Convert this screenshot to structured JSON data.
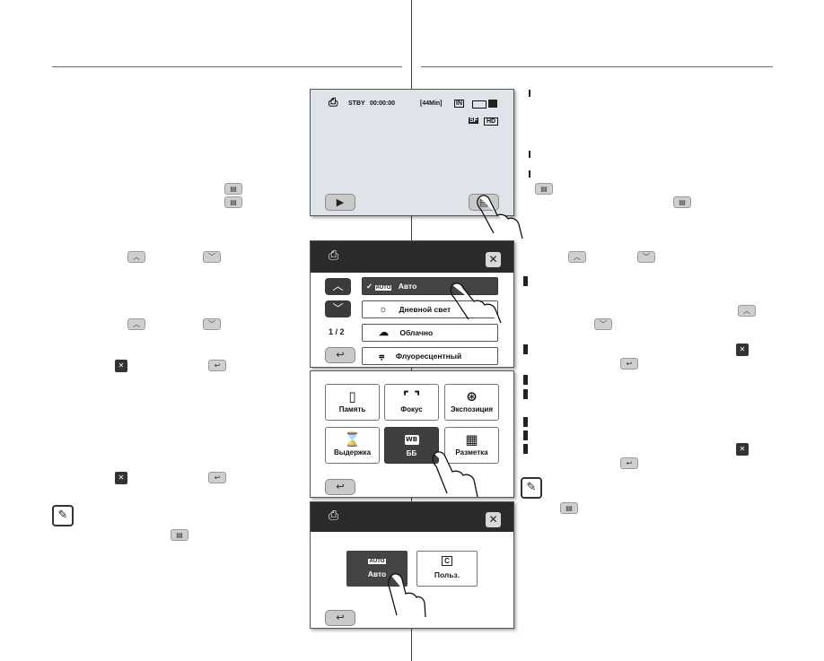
{
  "screen1": {
    "status_mode": "STBY",
    "status_time": "00:00:00",
    "status_remaining": "[44Min]",
    "status_in": "IN",
    "status_quality": "SF",
    "status_res": "HD"
  },
  "menu_screen": {
    "items": [
      {
        "icon": "AUTO",
        "label": "Авто"
      },
      {
        "icon": "☼",
        "label": "Дневной свет"
      },
      {
        "icon": "☁",
        "label": "Облачно"
      },
      {
        "icon": "⩦",
        "label": "Флуоресцентный"
      }
    ],
    "page_indicator": "1 / 2"
  },
  "tiles_screen": {
    "tiles": [
      {
        "icon": "▯",
        "label": "Память"
      },
      {
        "icon": "⌜ ⌝",
        "label": "Фокус"
      },
      {
        "icon": "⊛",
        "label": "Экспозиция"
      },
      {
        "icon": "⌛",
        "label": "Выдержка"
      },
      {
        "icon": "WB",
        "label": "ББ"
      },
      {
        "icon": "▦",
        "label": "Разметка"
      }
    ]
  },
  "wb_screen": {
    "option_auto_icon": "AUTO",
    "option_auto_label": "Авто",
    "option_custom_icon": "C",
    "option_custom_label": "Польз."
  },
  "icons": {
    "menu": "▤",
    "up": "︿",
    "down": "﹀",
    "close": "✕",
    "back": "↩",
    "play": "▶",
    "note": "✎",
    "camcorder": "🎥"
  }
}
